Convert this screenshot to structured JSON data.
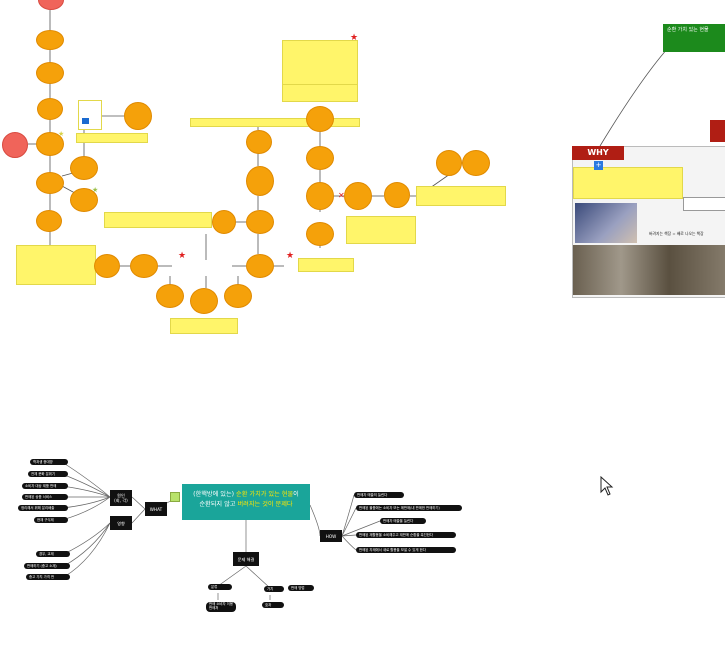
{
  "center_topic": {
    "part1": "(한핵방에 있는) ",
    "part2": "순환 가치가 있는 현물",
    "part3": "이",
    "part4": "순환되지 않고 ",
    "part5": "버려지는 것이 문제다"
  },
  "branches": {
    "what": "WHAT",
    "how": "HOW",
    "cause": "원인\n(회, 각)",
    "effect": "영향",
    "issue": "문제 해결"
  },
  "green_header": "순환 가치 있는 현물",
  "why_label": "WHY",
  "why_formula": "버려지는 책장 = 쌔로 나오는 책장",
  "colors": {
    "orange": "#f5a10a",
    "red": "#f0645a",
    "note_yellow": "#fff56a",
    "teal": "#1aa59a",
    "why_red": "#b01e14",
    "green": "#1c8a1c"
  },
  "mindmap_left": [
    "학과생 증대방",
    "전체 문화 분위기",
    "소비자 대상 제품 판매",
    "판매된 상품 서비스",
    "정리해서 위해 분리배출",
    "현재 구식제"
  ],
  "mindmap_left_low": [
    "경우, 교재",
    "판매하기 (중고 소재)",
    "중고 가치 가격 판"
  ],
  "mindmap_how": [
    "판매자 매출의 늘린다",
    "판매된 물품에는 소비자 또는 매판매(내 판매한 판매하기)",
    "판매자 매출을 늘린다",
    "판매된 재활용을 소비해주고 재판매 순환을 촉진한다",
    "판매된 자재에서 새로 활용을 보낼 수 있게 한다"
  ],
  "mindmap_bottom": [
    "분류",
    "가치",
    "판매 소비자 이용 판매처",
    "효과",
    "판매 방법"
  ]
}
